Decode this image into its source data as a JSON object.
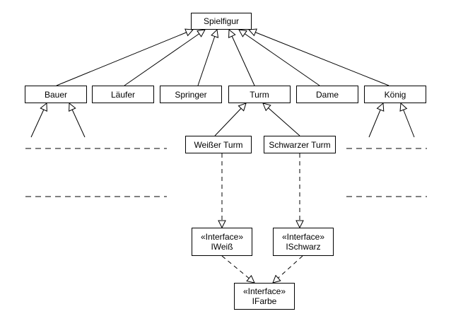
{
  "diagram": {
    "classes": {
      "spielfigur": "Spielfigur",
      "bauer": "Bauer",
      "laeufer": "Läufer",
      "springer": "Springer",
      "turm": "Turm",
      "dame": "Dame",
      "koenig": "König",
      "weisser_turm": "Weißer Turm",
      "schwarzer_turm": "Schwarzer Turm"
    },
    "interfaces": {
      "stereotype": "«Interface»",
      "iweiss": "IWeiß",
      "ischwarz": "ISchwarz",
      "ifarbe": "IFarbe"
    }
  }
}
